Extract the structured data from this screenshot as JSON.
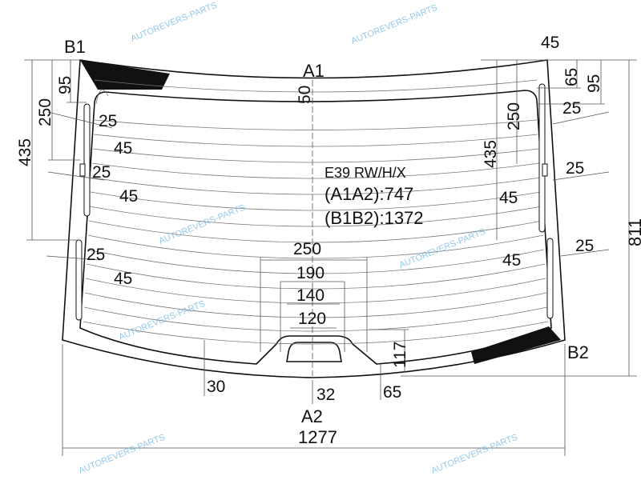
{
  "diagram": {
    "code": "E39 RW/H/X",
    "a1a2": "(A1A2):747",
    "b1b2": "(B1B2):1372",
    "points": {
      "b1": "B1",
      "a1": "A1",
      "b2": "B2",
      "a2": "A2"
    },
    "dims": {
      "width": "1277",
      "height": "811",
      "top_right_45": "45",
      "right_65": "65",
      "right_95": "95",
      "left_95": "95",
      "left_250": "250",
      "left_435": "435",
      "top_50": "50",
      "right_250": "250",
      "right_435": "435",
      "l25a": "25",
      "l45a": "45",
      "l25b": "25",
      "l45b": "45",
      "l25c": "25",
      "l45c": "45",
      "r25a": "25",
      "r25b": "25",
      "r45b": "45",
      "r25c": "25",
      "r45c": "45",
      "notch_250": "250",
      "notch_190": "190",
      "notch_140": "140",
      "notch_120": "120",
      "notch_117": "117",
      "bottom_30": "30",
      "bottom_32": "32",
      "bottom_65": "65"
    },
    "watermark": "AUTOREVERS-PARTS",
    "colors": {
      "line": "#111111",
      "dim": "#555555",
      "watermark": "#6fb6e0"
    }
  }
}
